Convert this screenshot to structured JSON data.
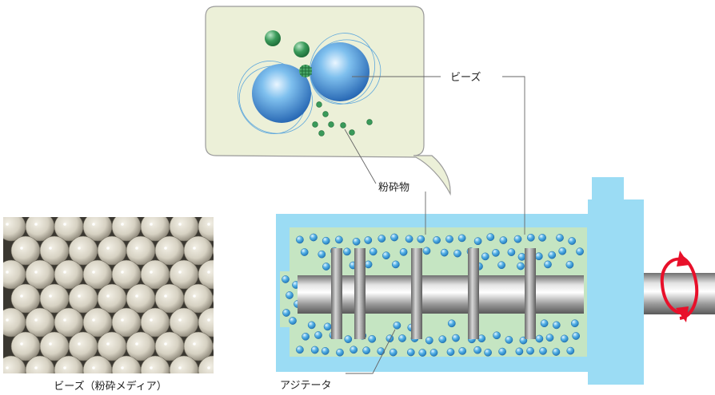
{
  "labels": {
    "beads": "ビーズ",
    "crushed": "粉砕物",
    "agitator": "アジテータ",
    "photo_caption": "ビーズ（粉砕メディア）"
  },
  "colors": {
    "chamber_fill": "#9bdcf4",
    "slurry_fill": "#c5e5c2",
    "bead_blue": "#3d9fd8",
    "particle_green": "#3a9a5a",
    "inset_bg": "#ecf0d8",
    "rotation_arrow": "#e8102a"
  },
  "icons": {
    "rotation": "rotation-arrow-icon"
  }
}
